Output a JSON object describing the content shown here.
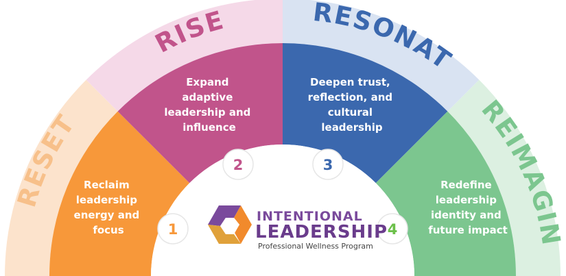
{
  "phases": [
    {
      "label": "RESET",
      "description": [
        "Reclaim",
        "leadership",
        "energy and",
        "focus"
      ],
      "number": "1",
      "color": "#f7983a",
      "outer_color": "#fce3cc",
      "number_color": "#f7983a"
    },
    {
      "label": "RISE",
      "description": [
        "Expand",
        "adaptive",
        "leadership and",
        "influence"
      ],
      "number": "2",
      "color": "#c1548b",
      "outer_color": "#f5d9e8",
      "number_color": "#c1548b"
    },
    {
      "label": "RESONATE",
      "description": [
        "Deepen trust,",
        "reflection, and",
        "cultural",
        "leadership"
      ],
      "number": "3",
      "color": "#3b68ae",
      "outer_color": "#d9e3f2",
      "number_color": "#3b68ae"
    },
    {
      "label": "REIMAGINE",
      "description": [
        "Redefine",
        "leadership",
        "identity and",
        "future impact"
      ],
      "number": "4",
      "color": "#7cc68f",
      "outer_color": "#dcf0e1",
      "number_color": "#6cc04a"
    }
  ],
  "logo": {
    "line1": "INTENTIONAL",
    "line2": "LEADERSHIP",
    "line3": "Professional Wellness Program",
    "colors": {
      "purple": "#7a4a9c",
      "orange": "#f18a2c",
      "gold": "#e0a13a"
    }
  }
}
